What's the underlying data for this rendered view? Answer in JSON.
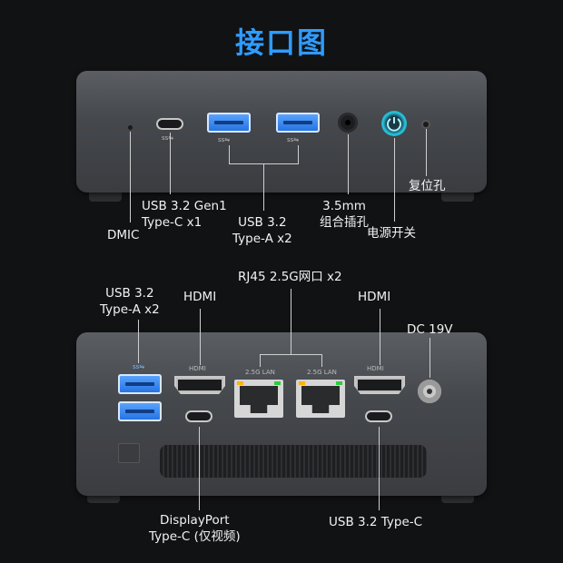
{
  "title": "接口图",
  "front": {
    "dmic": "DMIC",
    "usbc": [
      "USB 3.2 Gen1",
      "Type-C x1"
    ],
    "usba": [
      "USB 3.2",
      "Type-A x2"
    ],
    "audio": [
      "3.5mm",
      "组合插孔"
    ],
    "power": "电源开关",
    "reset": "复位孔"
  },
  "rear": {
    "usba": [
      "USB 3.2",
      "Type-A x2"
    ],
    "hdmi_left": "HDMI",
    "rj45": "RJ45 2.5G网口 x2",
    "hdmi_right": "HDMI",
    "dc": "DC 19V",
    "displayport": [
      "DisplayPort",
      "Type-C (仅视频)"
    ],
    "usbc": "USB 3.2 Type-C",
    "port_text": {
      "lan1": "2.5G LAN",
      "lan2": "2.5G LAN",
      "hdmi1": "HDMI",
      "hdmi2": "HDMI"
    }
  },
  "colors": {
    "title": "#2f9bff",
    "accent": "#26c6e0",
    "usb_blue": "#1f6fe0"
  },
  "icons": [
    "usb-icon",
    "power-icon",
    "headphone-icon",
    "reset-icon",
    "dc-icon",
    "kensington-lock-icon"
  ]
}
